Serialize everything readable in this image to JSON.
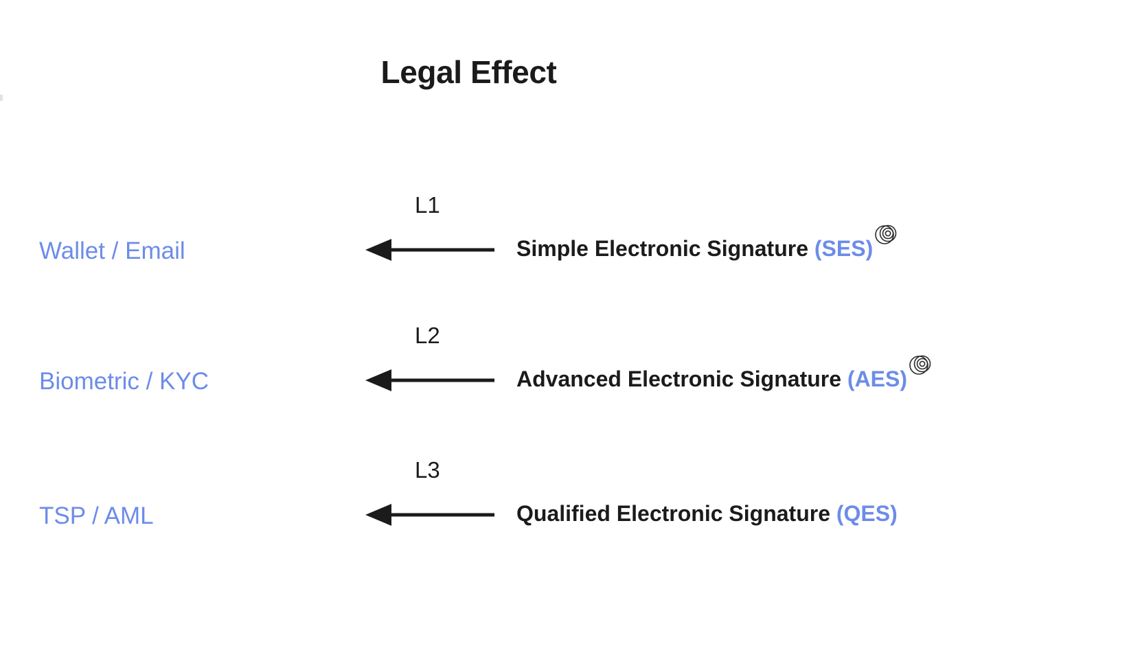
{
  "page": {
    "title": "Legal Effect",
    "background_color": "#ffffff",
    "accent_blue": "#6c8ce8",
    "text_black": "#1b1b1b"
  },
  "rows": [
    {
      "source_label": "Wallet / Email",
      "level": "L1",
      "signature_name": "Simple Electronic Signature ",
      "signature_acronym": "(SES)",
      "has_badge": true,
      "badge_icon_name": "concentric-circles-icon",
      "arrow_direction": "left"
    },
    {
      "source_label": "Biometric / KYC",
      "level": "L2",
      "signature_name": "Advanced Electronic Signature ",
      "signature_acronym": "(AES)",
      "has_badge": true,
      "badge_icon_name": "concentric-circles-icon",
      "arrow_direction": "left"
    },
    {
      "source_label": "TSP / AML",
      "level": "L3",
      "signature_name": "Qualified Electronic Signature ",
      "signature_acronym": "(QES)",
      "has_badge": false,
      "badge_icon_name": "",
      "arrow_direction": "left"
    }
  ]
}
